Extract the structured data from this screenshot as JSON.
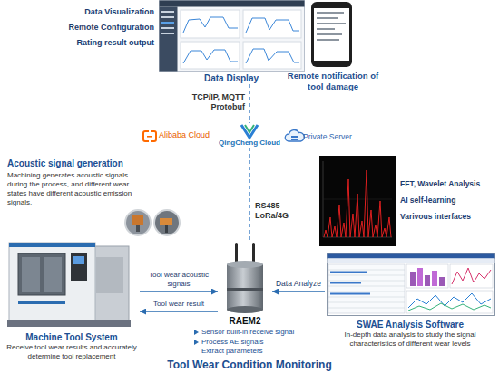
{
  "diagram": {
    "title": "Tool Wear Condition Monitoring",
    "nodes": [
      {
        "text": [
          "Data Display"
        ]
      },
      {
        "text": [
          "Remote notification of tool damage"
        ]
      },
      {
        "text": [
          "Alibaba Cloud"
        ]
      },
      {
        "text": [
          "QingCheng Cloud"
        ]
      },
      {
        "text": [
          "Private Server"
        ]
      },
      {
        "text": [
          "Machine Tool System",
          "Receive tool wear results and accurately determine tool replacement"
        ]
      },
      {
        "text": [
          "RAEM2"
        ]
      },
      {
        "text": [
          "SWAE Analysis Software",
          "In-depth data analysis to study the signal characteristics of different wear levels"
        ]
      }
    ],
    "edges": [
      {
        "from": 0,
        "to": 3,
        "label": "TCP/IP, MQTT Protobuf",
        "arrow": "none"
      },
      {
        "from": 3,
        "to": 6,
        "label": "RS485 LoRa/4G",
        "arrow": "none"
      },
      {
        "from": 5,
        "to": 6,
        "label": "Tool wear acoustic signals",
        "arrow": "to"
      },
      {
        "from": 6,
        "to": 5,
        "label": "Tool wear result",
        "arrow": "to"
      },
      {
        "from": 7,
        "to": 6,
        "label": "Data Analyze",
        "arrow": "to"
      }
    ],
    "labels": [
      "Data Visualization",
      "Remote Configuration",
      "Rating result output",
      "Acoustic signal generation",
      "Machining generates acoustic signals during the process, and different wear states have different acoustic emission signals.",
      "FFT, Wavelet Analysis",
      "AI self-learning",
      "Varivous interfaces",
      "Sensor built-in receive signal",
      "Process AE signals Extract parameters"
    ]
  }
}
